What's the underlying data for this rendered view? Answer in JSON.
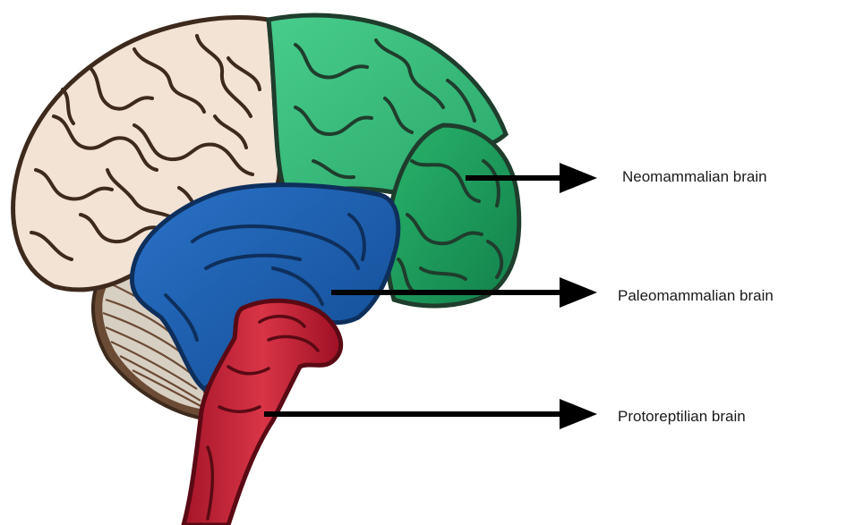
{
  "labels": {
    "neomammalian": "Neomammalian brain",
    "paleomammalian": "Paleomammalian brain",
    "protoreptilian": "Protoreptilian brain"
  },
  "colors": {
    "background": "#ffffff",
    "outline": "#3e2a1d",
    "cortex_back": "#f3e3d4",
    "neocortex_top": "#36c07d",
    "neocortex_front": "#1e9a57",
    "limbic": "#1f5fb0",
    "brainstem": "#c62638",
    "cerebellum": "#d8cfc3",
    "cerebellum_base": "#6b4b34",
    "arrow": "#000000"
  },
  "regions": [
    "cerebral-cortex",
    "neocortex",
    "limbic-system",
    "brainstem",
    "cerebellum"
  ]
}
